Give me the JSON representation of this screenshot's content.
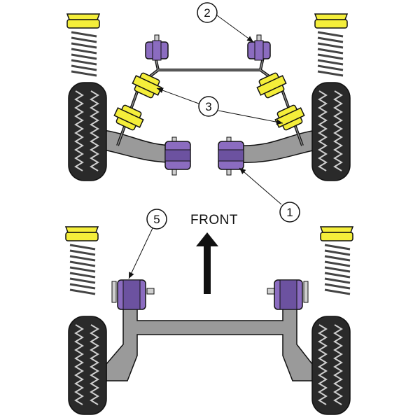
{
  "diagram": {
    "direction_label": "FRONT",
    "callouts": [
      {
        "id": "callout-1",
        "text": "1"
      },
      {
        "id": "callout-2",
        "text": "2"
      },
      {
        "id": "callout-3",
        "text": "3"
      },
      {
        "id": "callout-5",
        "text": "5"
      }
    ]
  },
  "colors": {
    "tyre": "#2a2a2a",
    "tyre_highlight": "#cfcfcf",
    "spring": "#444444",
    "spring_cap": "#f4ee3a",
    "bush_purple": "#8b6cc0",
    "bush_yellow": "#f4ee3a",
    "arm_grey": "#9a9a9a",
    "outline": "#111111"
  }
}
